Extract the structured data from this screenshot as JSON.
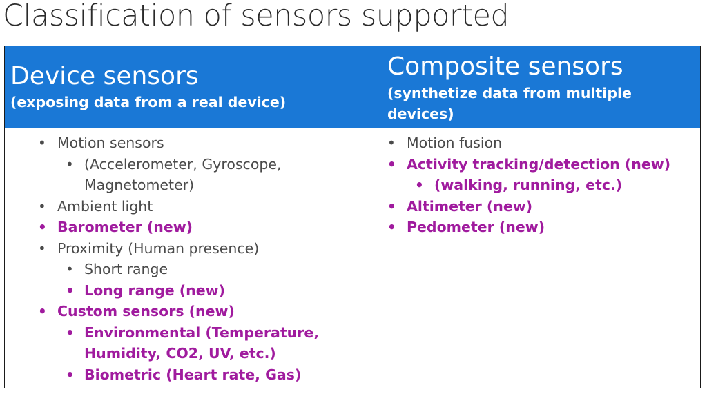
{
  "title": "Classification of sensors supported",
  "colors": {
    "header_bg": "#1a78d6",
    "header_text": "#ffffff",
    "normal_text": "#4a4a4a",
    "new_text": "#a01b9e"
  },
  "bullet_icon": "bullet-dot",
  "left": {
    "heading": "Device sensors",
    "subheading": "(exposing data from a real device)",
    "items": [
      {
        "text": "Motion sensors",
        "level": 1,
        "new": false
      },
      {
        "text": "(Accelerometer,  Gyroscope, Magnetometer)",
        "level": 2,
        "new": false
      },
      {
        "text": "Ambient light",
        "level": 1,
        "new": false
      },
      {
        "text": "Barometer (new)",
        "level": 1,
        "new": true
      },
      {
        "text": "Proximity (Human presence)",
        "level": 1,
        "new": false
      },
      {
        "text": "Short range",
        "level": 2,
        "new": false
      },
      {
        "text": "Long range (new)",
        "level": 2,
        "new": true
      },
      {
        "text": "Custom sensors (new)",
        "level": 1,
        "new": true
      },
      {
        "text": "Environmental (Temperature, Humidity, CO2, UV, etc.)",
        "level": 2,
        "new": true
      },
      {
        "text": "Biometric (Heart rate, Gas)",
        "level": 2,
        "new": true
      }
    ]
  },
  "right": {
    "heading": "Composite sensors",
    "subheading": "(synthetize data from multiple devices)",
    "items": [
      {
        "text": "Motion fusion",
        "level": 1,
        "new": false
      },
      {
        "text": "Activity tracking/detection (new)",
        "level": 1,
        "new": true
      },
      {
        "text": "(walking, running, etc.)",
        "level": 2,
        "new": true
      },
      {
        "text": "Altimeter (new)",
        "level": 1,
        "new": true
      },
      {
        "text": "Pedometer (new)",
        "level": 1,
        "new": true
      }
    ]
  }
}
